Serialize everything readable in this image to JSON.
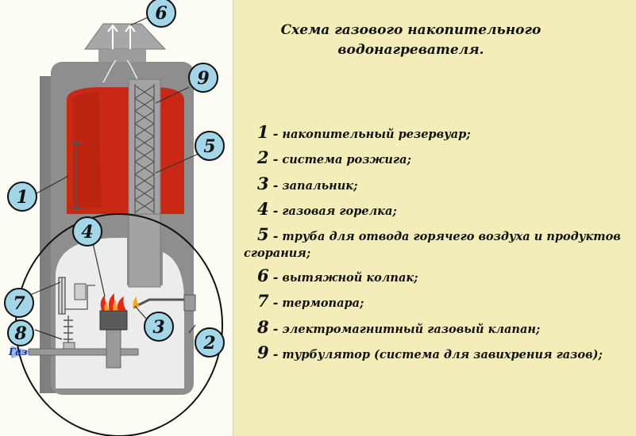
{
  "title_lines": [
    "Схема газового накопительного",
    "водонагревателя."
  ],
  "legend": [
    {
      "num": "1",
      "text": "накопительный резервуар;"
    },
    {
      "num": "2",
      "text": "система розжига;"
    },
    {
      "num": "3",
      "text": "запальник;"
    },
    {
      "num": "4",
      "text": "газовая горелка;"
    },
    {
      "num": "5",
      "text": "труба для отвода горячего воздуха и продуктов сгорания;"
    },
    {
      "num": "6",
      "text": "вытяжной колпак;"
    },
    {
      "num": "7",
      "text": "термопара;"
    },
    {
      "num": "8",
      "text": "электромагнитный газовый клапан;"
    },
    {
      "num": "9",
      "text": "турбулятор (система для завихрения газов);"
    }
  ],
  "labels": {
    "n1": "1",
    "n2": "2",
    "n3": "3",
    "n4": "4",
    "n5": "5",
    "n6": "6",
    "n7": "7",
    "n8": "8",
    "n9": "9"
  },
  "gas_label": "Газ",
  "colors": {
    "tank": "#c82814",
    "body": "#8f8f8f",
    "inner": "#ececec",
    "badge": "#a4d6ea",
    "panel": "#f3eeb9"
  }
}
